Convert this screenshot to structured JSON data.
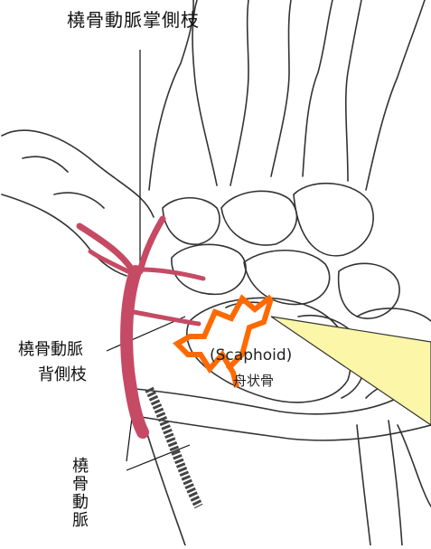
{
  "labels": {
    "title": "橈骨動脈掌側枝",
    "dorsal_branch_line1": "橈骨動脈",
    "dorsal_branch_line2": "背側枝",
    "radial_artery_vertical": "橈骨動脈",
    "scaphoid_en": "(Scaphoid)",
    "scaphoid_jp": "舟状骨"
  },
  "colors": {
    "artery": "#c64a64",
    "lightning": "#ff6a00",
    "beam": "#fbf6a8",
    "ink": "#333333",
    "background": "#ffffff"
  }
}
